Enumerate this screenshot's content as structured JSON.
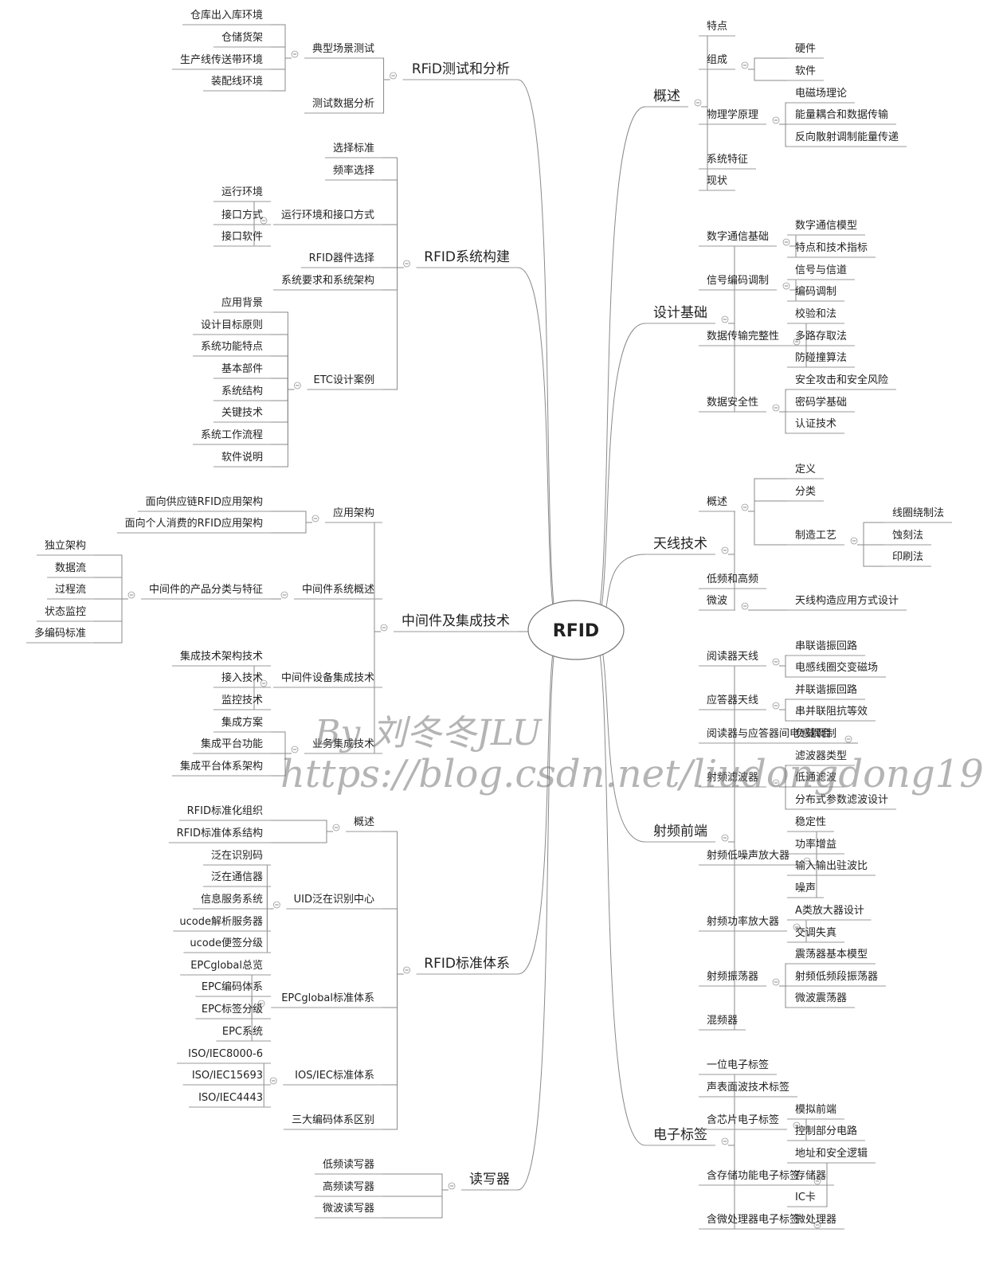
{
  "center": "RFID",
  "watermark": {
    "line1": "By 刘冬冬JLU",
    "line2": "https://blog.csdn.net/liudongdong19"
  },
  "left": [
    {
      "label": "RFiD测试和分析",
      "children": [
        {
          "label": "典型场景测试",
          "children": [
            {
              "label": "仓库出入库环境"
            },
            {
              "label": "仓储货架"
            },
            {
              "label": "生产线传送带环境"
            },
            {
              "label": "装配线环境"
            }
          ]
        },
        {
          "label": "测试数据分析"
        }
      ]
    },
    {
      "label": "RFID系统构建",
      "children": [
        {
          "label": "选择标准"
        },
        {
          "label": "频率选择"
        },
        {
          "label": "运行环境和接口方式",
          "children": [
            {
              "label": "运行环境"
            },
            {
              "label": "接口方式"
            },
            {
              "label": "接口软件"
            }
          ]
        },
        {
          "label": "RFID器件选择"
        },
        {
          "label": "系统要求和系统架构"
        },
        {
          "label": "ETC设计案例",
          "children": [
            {
              "label": "应用背景"
            },
            {
              "label": "设计目标原则"
            },
            {
              "label": "系统功能特点"
            },
            {
              "label": "基本部件"
            },
            {
              "label": "系统结构"
            },
            {
              "label": "关键技术"
            },
            {
              "label": "系统工作流程"
            },
            {
              "label": "软件说明"
            }
          ]
        }
      ]
    },
    {
      "label": "中间件及集成技术",
      "children": [
        {
          "label": "应用架构",
          "children": [
            {
              "label": "面向供应链RFID应用架构"
            },
            {
              "label": "面向个人消费的RFID应用架构"
            }
          ]
        },
        {
          "label": "中间件系统概述",
          "children": [
            {
              "label": "中间件的产品分类与特征",
              "children": [
                {
                  "label": "独立架构"
                },
                {
                  "label": "数据流"
                },
                {
                  "label": "过程流"
                },
                {
                  "label": "状态监控"
                },
                {
                  "label": "多编码标准"
                }
              ]
            }
          ]
        },
        {
          "label": "中间件设备集成技术",
          "children": [
            {
              "label": "集成技术架构技术"
            },
            {
              "label": "接入技术"
            },
            {
              "label": "监控技术"
            }
          ]
        },
        {
          "label": "业务集成技术",
          "children": [
            {
              "label": "集成方案"
            },
            {
              "label": "集成平台功能"
            },
            {
              "label": "集成平台体系架构"
            }
          ]
        }
      ]
    },
    {
      "label": "RFID标准体系",
      "children": [
        {
          "label": "概述",
          "children": [
            {
              "label": "RFID标准化组织"
            },
            {
              "label": "RFID标准体系结构"
            }
          ]
        },
        {
          "label": "UID泛在识别中心",
          "children": [
            {
              "label": "泛在识别码"
            },
            {
              "label": "泛在通信器"
            },
            {
              "label": "信息服务系统"
            },
            {
              "label": "ucode解析服务器"
            },
            {
              "label": "ucode便签分级"
            }
          ]
        },
        {
          "label": "EPCglobal标准体系",
          "children": [
            {
              "label": "EPCglobal总览"
            },
            {
              "label": "EPC编码体系"
            },
            {
              "label": "EPC标签分级"
            },
            {
              "label": "EPC系统"
            }
          ]
        },
        {
          "label": "IOS/IEC标准体系",
          "children": [
            {
              "label": "ISO/IEC8000-6"
            },
            {
              "label": "ISO/IEC15693"
            },
            {
              "label": "ISO/IEC4443"
            }
          ]
        },
        {
          "label": "三大编码体系区别"
        }
      ]
    },
    {
      "label": "读写器",
      "children": [
        {
          "label": "低频读写器"
        },
        {
          "label": "高频读写器"
        },
        {
          "label": "微波读写器"
        }
      ]
    }
  ],
  "right": [
    {
      "label": "概述",
      "children": [
        {
          "label": "特点"
        },
        {
          "label": "组成",
          "children": [
            {
              "label": "硬件"
            },
            {
              "label": "软件"
            }
          ]
        },
        {
          "label": "物理学原理",
          "children": [
            {
              "label": "电磁场理论"
            },
            {
              "label": "能量耦合和数据传输"
            },
            {
              "label": "反向散射调制能量传递"
            }
          ]
        },
        {
          "label": "系统特征"
        },
        {
          "label": "现状"
        }
      ]
    },
    {
      "label": "设计基础",
      "children": [
        {
          "label": "数字通信基础",
          "children": [
            {
              "label": "数字通信模型"
            },
            {
              "label": "特点和技术指标"
            }
          ]
        },
        {
          "label": "信号编码调制",
          "children": [
            {
              "label": "信号与信道"
            },
            {
              "label": "编码调制"
            }
          ]
        },
        {
          "label": "数据传输完整性",
          "children": [
            {
              "label": "校验和法"
            },
            {
              "label": "多路存取法"
            },
            {
              "label": "防碰撞算法"
            }
          ]
        },
        {
          "label": "数据安全性",
          "children": [
            {
              "label": "安全攻击和安全风险"
            },
            {
              "label": "密码学基础"
            },
            {
              "label": "认证技术"
            }
          ]
        }
      ]
    },
    {
      "label": "天线技术",
      "children": [
        {
          "label": "概述",
          "children": [
            {
              "label": "定义"
            },
            {
              "label": "分类"
            },
            {
              "label": "制造工艺",
              "children": [
                {
                  "label": "线圈绕制法"
                },
                {
                  "label": "蚀刻法"
                },
                {
                  "label": "印刷法"
                }
              ]
            }
          ]
        },
        {
          "label": "低频和高频"
        },
        {
          "label": "微波",
          "children": [
            {
              "label": "天线构造应用方式设计"
            }
          ]
        }
      ]
    },
    {
      "label": "射频前端",
      "children": [
        {
          "label": "阅读器天线",
          "children": [
            {
              "label": "串联谐振回路"
            },
            {
              "label": "电感线圈交变磁场"
            }
          ]
        },
        {
          "label": "应答器天线",
          "children": [
            {
              "label": "并联谐振回路"
            },
            {
              "label": "串并联阻抗等效"
            }
          ]
        },
        {
          "label": "阅读器与应答器间电感耦合",
          "children": [
            {
              "label": "负载调制"
            }
          ]
        },
        {
          "label": "射频滤波器",
          "children": [
            {
              "label": "滤波器类型"
            },
            {
              "label": "低通滤波"
            },
            {
              "label": "分布式参数滤波设计"
            }
          ]
        },
        {
          "label": "射频低噪声放大器",
          "children": [
            {
              "label": "稳定性"
            },
            {
              "label": "功率增益"
            },
            {
              "label": "输入输出驻波比"
            },
            {
              "label": "噪声"
            }
          ]
        },
        {
          "label": "射频功率放大器",
          "children": [
            {
              "label": "A类放大器设计"
            },
            {
              "label": "交调失真"
            }
          ]
        },
        {
          "label": "射频振荡器",
          "children": [
            {
              "label": "震荡器基本模型"
            },
            {
              "label": "射频低频段振荡器"
            },
            {
              "label": "微波震荡器"
            }
          ]
        },
        {
          "label": "混频器"
        }
      ]
    },
    {
      "label": "电子标签",
      "children": [
        {
          "label": "一位电子标签"
        },
        {
          "label": "声表面波技术标签"
        },
        {
          "label": "含芯片电子标签",
          "children": [
            {
              "label": "模拟前端"
            },
            {
              "label": "控制部分电路"
            }
          ]
        },
        {
          "label": "含存储功能电子标签",
          "children": [
            {
              "label": "地址和安全逻辑"
            },
            {
              "label": "存储器"
            },
            {
              "label": "IC卡"
            }
          ]
        },
        {
          "label": "含微处理器电子标签",
          "children": [
            {
              "label": "微处理器"
            }
          ]
        }
      ]
    }
  ]
}
